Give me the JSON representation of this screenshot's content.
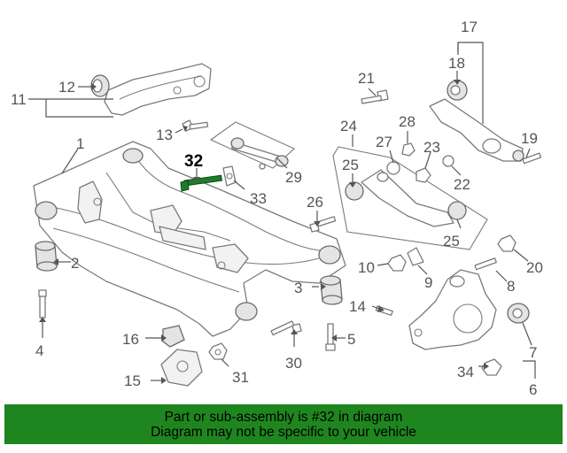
{
  "callouts": {
    "c1": "1",
    "c2": "2",
    "c3": "3",
    "c4": "4",
    "c5": "5",
    "c6": "6",
    "c7": "7",
    "c8": "8",
    "c9": "9",
    "c10": "10",
    "c11": "11",
    "c12": "12",
    "c13": "13",
    "c14": "14",
    "c15": "15",
    "c16": "16",
    "c17": "17",
    "c18": "18",
    "c19": "19",
    "c20": "20",
    "c21": "21",
    "c22": "22",
    "c23": "23",
    "c24": "24",
    "c25a": "25",
    "c25b": "25",
    "c26": "26",
    "c27": "27",
    "c28": "28",
    "c29": "29",
    "c30": "30",
    "c31": "31",
    "c32": "32",
    "c33": "33",
    "c34": "34"
  },
  "banner": {
    "line1": "Part or sub-assembly is #32 in diagram",
    "line2": "Diagram may not be specific to your vehicle"
  },
  "colors": {
    "banner_bg": "#1f861f",
    "highlight_part": "#1e7d2a"
  }
}
